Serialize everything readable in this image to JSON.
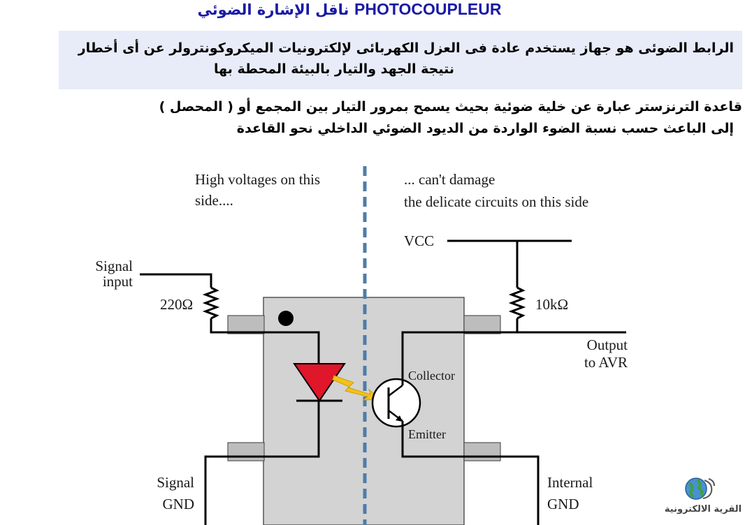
{
  "header": {
    "title_ar": "ناقل الإشارة الضوئي",
    "title_en": "PHOTOCOUPLEUR"
  },
  "intro": {
    "line1": "الرابط الضوئى هو جهاز يستخدم عادة فى العزل الكهربائى لإلكترونيات الميكروكونترولر عن أى أخطار",
    "line2": "نتيجة الجهد والتيار بالبيئة المحطة بها"
  },
  "description": {
    "line1": "قاعدة الترنزستر عبارة عن خلية ضوئية بحيث يسمح بمرور التيار بين المجمع أو ( المحصل )",
    "line2": "إلى الباعث حسب نسبة الضوء الواردة من الديود الضوئي الداخلي نحو القاعدة"
  },
  "diagram": {
    "high_voltage_line1": "High voltages on this",
    "high_voltage_line2": "side....",
    "cant_damage_line1": "... can't damage",
    "cant_damage_line2": "the delicate circuits on this side",
    "vcc": "VCC",
    "signal_input_line1": "Signal",
    "signal_input_line2": "input",
    "resistor_input": "220Ω",
    "resistor_pullup": "10kΩ",
    "output_line1": "Output",
    "output_line2": "to AVR",
    "collector": "Collector",
    "emitter": "Emitter",
    "signal_gnd_line1": "Signal",
    "signal_gnd_line2": "GND",
    "internal_gnd_line1": "Internal",
    "internal_gnd_line2": "GND"
  },
  "colors": {
    "title": "#1a1aa6",
    "intro_bg": "#e8ecf8",
    "package": "#d3d3d3",
    "isolation_line": "#4f7ca8",
    "led": "#e0162b",
    "light_arrow": "#f2c21b"
  },
  "logo": {
    "icon": "globe-logo-icon",
    "text": "القرية الالكترونية"
  }
}
